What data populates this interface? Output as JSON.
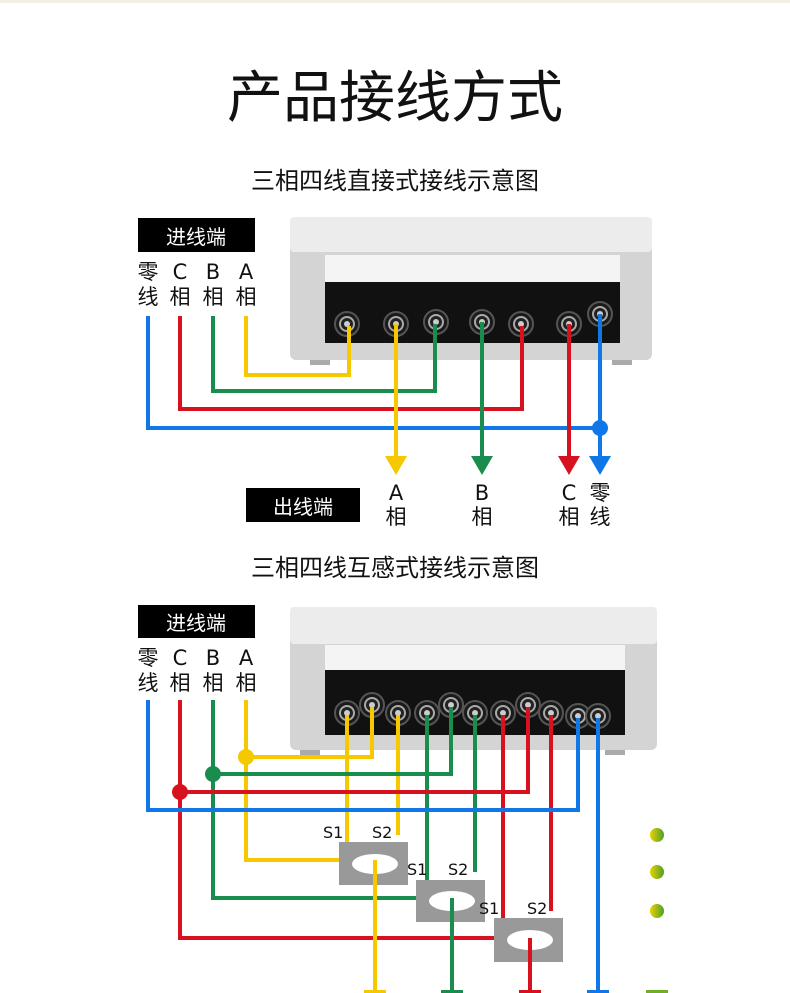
{
  "title": "产品接线方式",
  "colors": {
    "phase_a": "#f5c800",
    "phase_b": "#1a8c4e",
    "phase_c": "#d7121e",
    "neutral": "#1077e8",
    "ground": "#9ec21e"
  },
  "direct": {
    "subtitle": "三相四线直接式接线示意图",
    "input_label": "进线端",
    "output_label": "出线端",
    "inputs": [
      {
        "top": "零",
        "bottom": "线"
      },
      {
        "top": "C",
        "bottom": "相"
      },
      {
        "top": "B",
        "bottom": "相"
      },
      {
        "top": "A",
        "bottom": "相"
      }
    ],
    "outputs": [
      {
        "top": "A",
        "bottom": "相"
      },
      {
        "top": "B",
        "bottom": "相"
      },
      {
        "top": "C",
        "bottom": "相"
      },
      {
        "top": "零",
        "bottom": "线"
      }
    ]
  },
  "ct": {
    "subtitle": "三相四线互感式接线示意图",
    "input_label": "进线端",
    "inputs": [
      {
        "top": "零",
        "bottom": "线"
      },
      {
        "top": "C",
        "bottom": "相"
      },
      {
        "top": "B",
        "bottom": "相"
      },
      {
        "top": "A",
        "bottom": "相"
      }
    ],
    "transformers": [
      {
        "s1": "S1",
        "s2": "S2"
      },
      {
        "s1": "S1",
        "s2": "S2"
      },
      {
        "s1": "S1",
        "s2": "S2"
      }
    ]
  }
}
